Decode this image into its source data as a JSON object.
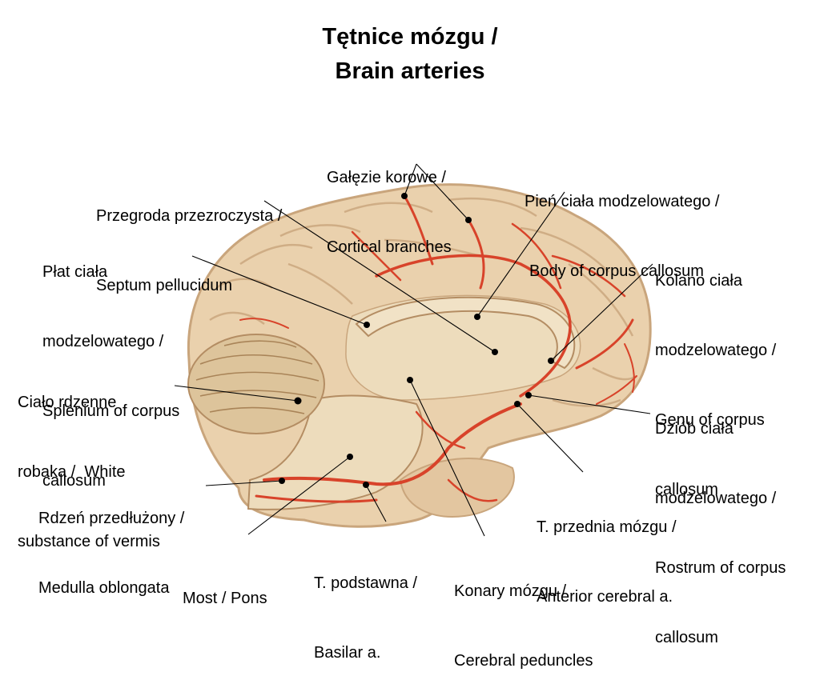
{
  "title": {
    "line1": "Tętnice mózgu /",
    "line2": "Brain arteries"
  },
  "labels": {
    "cortical_branches": [
      "Gałęzie korowe /",
      "Cortical branches"
    ],
    "body_corpus_callosum": [
      "Pień ciała modzelowatego /",
      "Body of corpus callosum"
    ],
    "septum_pellucidum": [
      "Przegroda przezroczysta /",
      "Septum pellucidum"
    ],
    "splenium": [
      "Płat ciała",
      "modzelowatego /",
      "Splenium of corpus",
      "callosum"
    ],
    "genu": [
      "Kolano ciała",
      "modzelowatego /",
      "Genu of corpus",
      "callosum"
    ],
    "vermis": [
      "Ciało rdzenne",
      "robaka /  White",
      "substance of vermis"
    ],
    "rostrum": [
      "Dziób ciała",
      "modzelowatego /",
      "Rostrum of corpus",
      "callosum"
    ],
    "medulla": [
      "Rdzeń przedłużony /",
      "Medulla oblongata"
    ],
    "anterior_cerebral": [
      "T. przednia mózgu /",
      "Anterior cerebral a."
    ],
    "pons": [
      "Most / Pons"
    ],
    "basilar": [
      "T. podstawna /",
      "Basilar a."
    ],
    "peduncles": [
      "Konary mózgu /",
      "Cerebral peduncles"
    ]
  },
  "colors": {
    "cortex": "#ead1ad",
    "gyrus_shadow": "#c9a57c",
    "white_matter": "#eddcbc",
    "corpus_callosum": "#f1e2c6",
    "cerebellum": "#ddc49b",
    "artery": "#d8432a",
    "background": "#ffffff"
  }
}
